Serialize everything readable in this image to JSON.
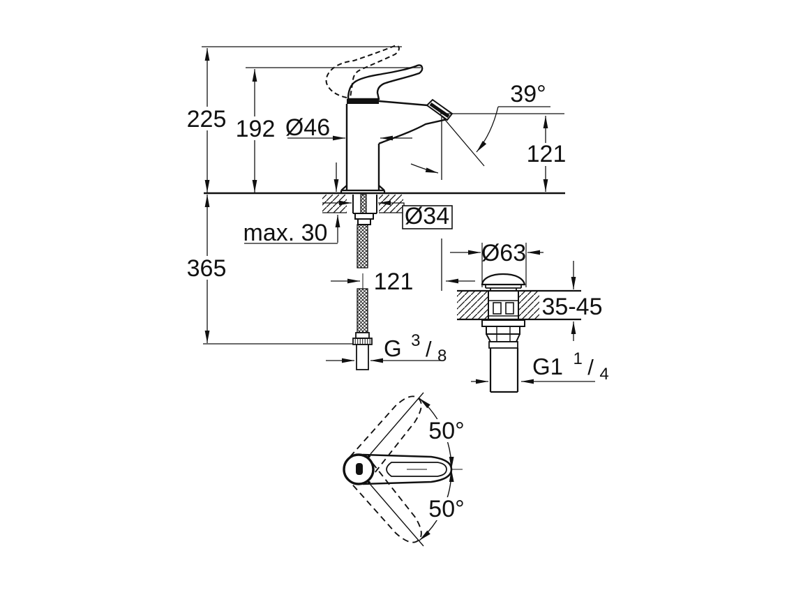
{
  "drawing": {
    "background": "#ffffff",
    "line_color": "#111111",
    "labels": {
      "height_overall": "225",
      "height_to_spout_top": "192",
      "body_diameter": "Ø46",
      "spout_angle": "39°",
      "spout_height": "121",
      "shank_diameter": "Ø34",
      "deck_thickness_max": "max. 30",
      "below_deck_depth": "365",
      "hose_offset": "121",
      "supply_thread_prefix": "G",
      "supply_thread_numerator": "3",
      "fraction_slash": "/",
      "supply_thread_denominator": "8",
      "waste_flange_diameter": "Ø63",
      "waste_deck_range": "35-45",
      "waste_thread_prefix": "G1",
      "waste_thread_numerator": "1",
      "waste_thread_denominator": "4",
      "handle_swivel_upper": "50°",
      "handle_swivel_lower": "50°"
    }
  }
}
